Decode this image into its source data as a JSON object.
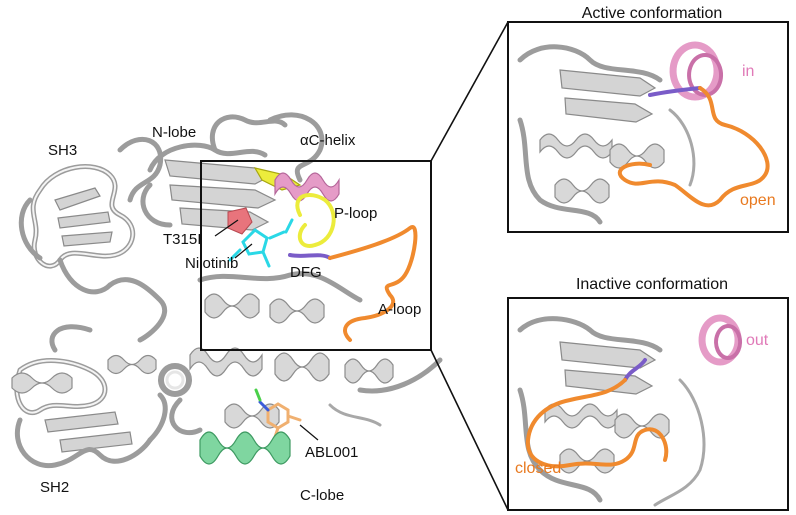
{
  "labels": {
    "sh3": "SH3",
    "nlobe": "N-lobe",
    "achelix": "αC-helix",
    "ploop": "P-loop",
    "t315i": "T315I",
    "nilotinib": "Nilotinib",
    "dfg": "DFG",
    "aloop": "A-loop",
    "sh2": "SH2",
    "abl001": "ABL001",
    "clobe": "C-lobe"
  },
  "panels": {
    "active": {
      "title": "Active conformation",
      "helix_state": "in",
      "loop_state": "open"
    },
    "inactive": {
      "title": "Inactive conformation",
      "helix_state": "out",
      "loop_state": "closed"
    }
  },
  "colors": {
    "protein": "#c8c8c8",
    "ac_helix": "#e59bc7",
    "a_loop": "#f08a2e",
    "p_loop": "#ecec3c",
    "dfg": "#7a5cc8",
    "nilotinib": "#2ad8e6",
    "t315i": "#e8747c",
    "c_lobe_helix": "#7fd6a0",
    "abl001": "#f0b070",
    "state_label_pink": "#e07ab8",
    "state_label_orange": "#e8791f"
  }
}
